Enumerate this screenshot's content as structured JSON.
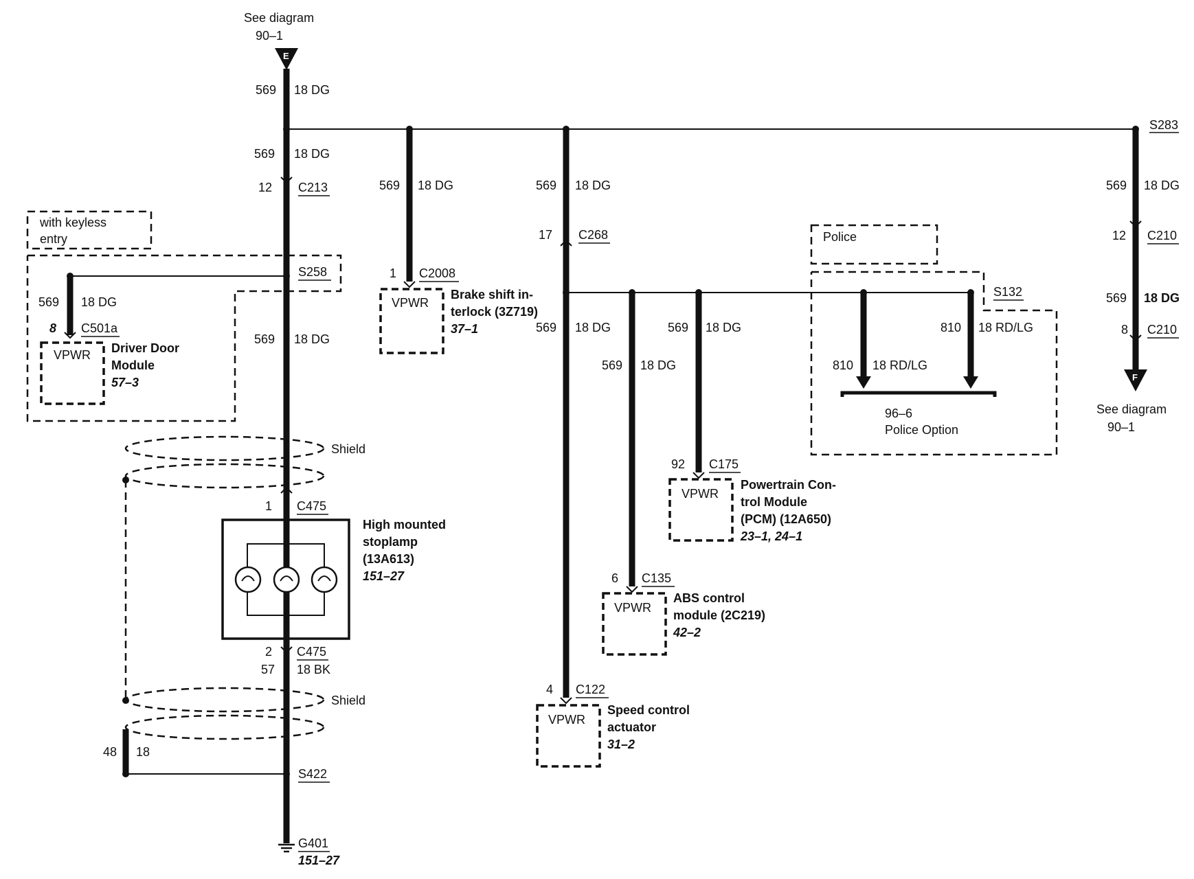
{
  "labels": {
    "see_diagram_top": "See diagram",
    "see_diagram_top_ref": "90–1",
    "connector_e": "E",
    "see_diagram_bottom": "See diagram",
    "see_diagram_bottom_ref": "90–1",
    "connector_f": "F",
    "keyless": "with keyless",
    "keyless2": "entry",
    "police": "Police",
    "shield1": "Shield",
    "shield2": "Shield",
    "police_ref": "96–6",
    "police_option": "Police Option"
  },
  "wires": {
    "w_top_num": "569",
    "w_top_size": "18 DG",
    "w_main1_num": "569",
    "w_main1_size": "18 DG",
    "w_main2_num": "569",
    "w_main2_size": "18 DG",
    "w_door_num": "569",
    "w_door_size": "18 DG",
    "w_brake_num": "569",
    "w_brake_size": "18 DG",
    "w_sc1_num": "569",
    "w_sc1_size": "18 DG",
    "w_sc2_num": "569",
    "w_sc2_size": "18 DG",
    "w_abs_num": "569",
    "w_abs_size": "18 DG",
    "w_pcm_num": "569",
    "w_pcm_size": "18 DG",
    "w_pol1_num": "810",
    "w_pol1_size": "18 RD/LG",
    "w_pol2_num": "810",
    "w_pol2_size": "18 RD/LG",
    "w_r1_num": "569",
    "w_r1_size": "18 DG",
    "w_r2_num": "569",
    "w_r2_size": "18 DG",
    "w_gnd_num": "57",
    "w_gnd_size": "18 BK",
    "w_shield_num": "48",
    "w_shield_size": "18"
  },
  "connectors": {
    "c213_pin": "12",
    "c213": "C213",
    "c268_pin": "17",
    "c268": "C268",
    "c2008_pin": "1",
    "c2008": "C2008",
    "c501a_pin": "8",
    "c501a": "C501a",
    "c475a_pin": "1",
    "c475a": "C475",
    "c475b_pin": "2",
    "c475b": "C475",
    "c175_pin": "92",
    "c175": "C175",
    "c135_pin": "6",
    "c135": "C135",
    "c122_pin": "4",
    "c122": "C122",
    "c210a_pin": "12",
    "c210a": "C210",
    "c210b_pin": "8",
    "c210b": "C210"
  },
  "splices": {
    "s283": "S283",
    "s258": "S258",
    "s132": "S132",
    "s422": "S422",
    "g401": "G401",
    "g401_ref": "151–27"
  },
  "components": {
    "vpwr": "VPWR",
    "brake_name1": "Brake shift in-",
    "brake_name2": "terlock (3Z719)",
    "brake_ref": "37–1",
    "door_name1": "Driver Door",
    "door_name2": "Module",
    "door_ref": "57–3",
    "stoplamp_name1": "High mounted",
    "stoplamp_name2": "stoplamp",
    "stoplamp_name3": "(13A613)",
    "stoplamp_ref": "151–27",
    "pcm_name1": "Powertrain Con-",
    "pcm_name2": "trol Module",
    "pcm_name3": "(PCM) (12A650)",
    "pcm_ref": "23–1, 24–1",
    "abs_name1": "ABS control",
    "abs_name2": "module (2C219)",
    "abs_ref": "42–2",
    "sc_name1": "Speed control",
    "sc_name2": "actuator",
    "sc_ref": "31–2"
  }
}
